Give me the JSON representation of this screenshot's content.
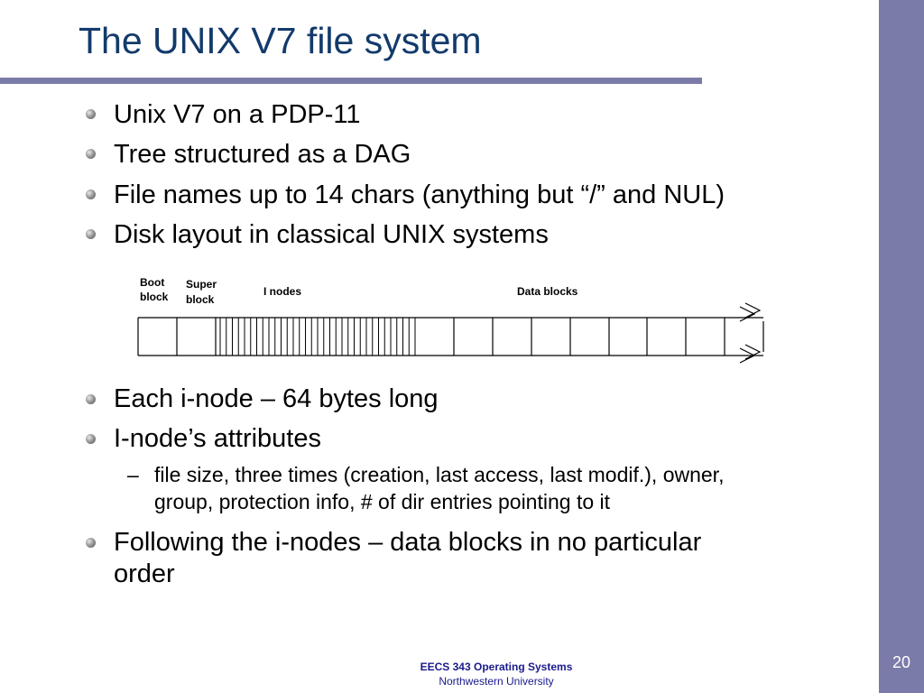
{
  "slide": {
    "title": "The UNIX V7 file system",
    "bullets": [
      "Unix V7 on a PDP-11",
      "Tree structured as a DAG",
      "File names up to 14 chars (anything but “/” and NUL)",
      "Disk layout in classical UNIX systems",
      "Each i-node – 64 bytes long",
      "I-node’s attributes",
      "Following the i-nodes – data blocks in no particular",
      "order"
    ],
    "sub_bullet": {
      "marker": "–",
      "line1": "file size, three times (creation, last access, last modif.), owner,",
      "line2": "group, protection info, # of dir entries pointing to it"
    },
    "diagram": {
      "boot_line1": "Boot",
      "boot_line2": "block",
      "super_line1": "Super",
      "super_line2": "block",
      "inodes_label": "I nodes",
      "data_label": "Data blocks"
    },
    "footer": {
      "course": "EECS 343 Operating Systems",
      "university": "Northwestern University"
    },
    "page_number": "20",
    "colors": {
      "accent": "#7b7ba9",
      "title": "#133a6b",
      "footer": "#1a1a8c"
    }
  }
}
